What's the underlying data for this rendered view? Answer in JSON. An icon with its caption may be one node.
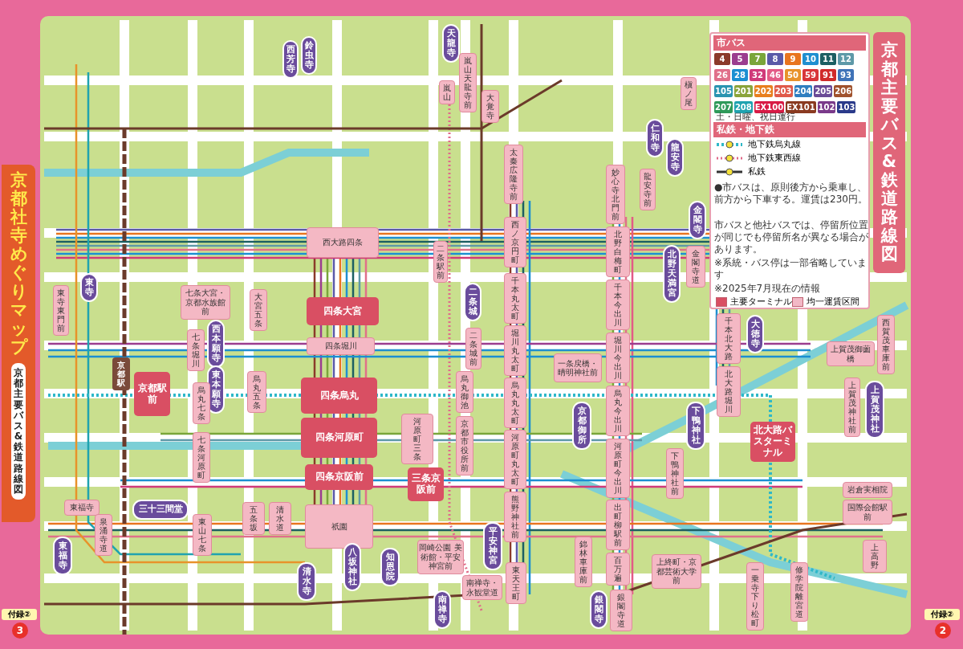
{
  "diagram": {
    "title": "京都主要バス&鉄道路線図",
    "nodes": [
      {
        "text": [
          "京都社寺めぐりマップ",
          "京都主要バス&鉄道路線図"
        ]
      },
      {
        "text": [
          "天龍寺"
        ]
      },
      {
        "text": [
          "鈴虫寺"
        ]
      },
      {
        "text": [
          "西芳寺"
        ]
      },
      {
        "text": [
          "嵐山天龍寺前"
        ]
      },
      {
        "text": [
          "嵐山"
        ]
      },
      {
        "text": [
          "大覚寺"
        ]
      },
      {
        "text": [
          "槇ノ尾"
        ]
      },
      {
        "text": [
          "仁和寺"
        ]
      },
      {
        "text": [
          "龍安寺"
        ]
      },
      {
        "text": [
          "龍安寺前"
        ]
      },
      {
        "text": [
          "妙心寺北門前"
        ]
      },
      {
        "text": [
          "太秦広隆寺前"
        ]
      },
      {
        "text": [
          "西ノ京円町"
        ]
      },
      {
        "text": [
          "北野白梅町"
        ]
      },
      {
        "text": [
          "金閣寺"
        ]
      },
      {
        "text": [
          "金閣寺道"
        ]
      },
      {
        "text": [
          "西大路四条"
        ]
      },
      {
        "text": [
          "北野天満宮"
        ]
      },
      {
        "text": [
          "二条駅前"
        ]
      },
      {
        "text": [
          "千本丸太町"
        ]
      },
      {
        "text": [
          "千本今出川"
        ]
      },
      {
        "text": [
          "千本北大路"
        ]
      },
      {
        "text": [
          "東寺"
        ]
      },
      {
        "text": [
          "東寺東門前"
        ]
      },
      {
        "text": [
          "二条城"
        ]
      },
      {
        "text": [
          "七条大宮・京都水族館前"
        ]
      },
      {
        "text": [
          "大宮五条"
        ]
      },
      {
        "text": [
          "四条大宮"
        ]
      },
      {
        "text": [
          "大徳寺"
        ]
      },
      {
        "text": [
          "西本願寺"
        ]
      },
      {
        "text": [
          "七条堀川"
        ]
      },
      {
        "text": [
          "堀川丸太町"
        ]
      },
      {
        "text": [
          "堀川今出川"
        ]
      },
      {
        "text": [
          "北大路堀川"
        ]
      },
      {
        "text": [
          "四条堀川"
        ]
      },
      {
        "text": [
          "一条戻橋・晴明神社前"
        ]
      },
      {
        "text": [
          "北大路バスターミナル"
        ]
      },
      {
        "text": [
          "東本願寺"
        ]
      },
      {
        "text": [
          "京都駅前"
        ]
      },
      {
        "text": [
          "京都駅"
        ]
      },
      {
        "text": [
          "烏丸七条"
        ]
      },
      {
        "text": [
          "烏丸五条"
        ]
      },
      {
        "text": [
          "四条烏丸"
        ]
      },
      {
        "text": [
          "烏丸御池"
        ]
      },
      {
        "text": [
          "二条城前"
        ]
      },
      {
        "text": [
          "烏丸丸太町"
        ]
      },
      {
        "text": [
          "烏丸今出川"
        ]
      },
      {
        "text": [
          "上賀茂御薗橋"
        ]
      },
      {
        "text": [
          "上賀茂神社"
        ]
      },
      {
        "text": [
          "上賀茂神社前"
        ]
      },
      {
        "text": [
          "西賀茂車庫前"
        ]
      },
      {
        "text": [
          "京都御所"
        ]
      },
      {
        "text": [
          "京都市役所前"
        ]
      },
      {
        "text": [
          "河原町三条"
        ]
      },
      {
        "text": [
          "四条河原町"
        ]
      },
      {
        "text": [
          "七条河原町"
        ]
      },
      {
        "text": [
          "河原町丸太町"
        ]
      },
      {
        "text": [
          "河原町今出川"
        ]
      },
      {
        "text": [
          "下鴨神社"
        ]
      },
      {
        "text": [
          "下鴨神社前"
        ]
      },
      {
        "text": [
          "出町柳駅前"
        ]
      },
      {
        "text": [
          "四条京阪前"
        ]
      },
      {
        "text": [
          "三条京阪前"
        ]
      },
      {
        "text": [
          "国際会館駅前"
        ]
      },
      {
        "text": [
          "岩倉実相院"
        ]
      },
      {
        "text": [
          "三十三間堂"
        ]
      },
      {
        "text": [
          "東福寺"
        ]
      },
      {
        "text": [
          "祇園"
        ]
      },
      {
        "text": [
          "五条坂"
        ]
      },
      {
        "text": [
          "清水道"
        ]
      },
      {
        "text": [
          "東山七条"
        ]
      },
      {
        "text": [
          "熊野神社前"
        ]
      },
      {
        "text": [
          "百万遍"
        ]
      },
      {
        "text": [
          "泉涌寺道"
        ]
      },
      {
        "text": [
          "東福寺"
        ]
      },
      {
        "text": [
          "平安神宮"
        ]
      },
      {
        "text": [
          "岡崎公園 美術館・平安神宮前"
        ]
      },
      {
        "text": [
          "知恩院"
        ]
      },
      {
        "text": [
          "八坂神社"
        ]
      },
      {
        "text": [
          "上高野"
        ]
      },
      {
        "text": [
          "錦林車庫前"
        ]
      },
      {
        "text": [
          "東天王町"
        ]
      },
      {
        "text": [
          "南禅寺・永観堂道"
        ]
      },
      {
        "text": [
          "上終町・京都芸術大学前"
        ]
      },
      {
        "text": [
          "一乗寺下り松町"
        ]
      },
      {
        "text": [
          "修学院離宮道"
        ]
      },
      {
        "text": [
          "清水寺"
        ]
      },
      {
        "text": [
          "銀閣寺道"
        ]
      },
      {
        "text": [
          "南禅寺"
        ]
      },
      {
        "text": [
          "銀閣寺"
        ]
      }
    ],
    "labels": [
      "市バス",
      "土・日曜、祝日運行",
      "私鉄・地下鉄",
      "●市バスは、原則後方から乗車し、前方から下車する。運賃は230円。",
      "市バスと他社バスでは、停留所位置が同じでも停留所名が異なる場合があります。",
      "※系統・バス停は一部省略しています",
      "※2025年7月現在の情報",
      "付録②",
      "3",
      "付録②",
      "2"
    ],
    "legend": [
      {
        "text": "4",
        "color": "#8b3a2a"
      },
      {
        "text": "5",
        "color": "#9b3d8f"
      },
      {
        "text": "7",
        "color": "#7aa63a"
      },
      {
        "text": "8",
        "color": "#5a5aa8"
      },
      {
        "text": "9",
        "color": "#e8751f"
      },
      {
        "text": "10",
        "color": "#1f8fd0"
      },
      {
        "text": "11",
        "color": "#1c5f63"
      },
      {
        "text": "12",
        "color": "#5e99a8"
      },
      {
        "text": "26",
        "color": "#e0708a"
      },
      {
        "text": "28",
        "color": "#1b8fd2"
      },
      {
        "text": "32",
        "color": "#d03a7a"
      },
      {
        "text": "46",
        "color": "#e35a86"
      },
      {
        "text": "50",
        "color": "#e8922a"
      },
      {
        "text": "59",
        "color": "#d8343a"
      },
      {
        "text": "91",
        "color": "#d02a2a"
      },
      {
        "text": "93",
        "color": "#3f73b8"
      },
      {
        "text": "105",
        "color": "#2a94b0"
      },
      {
        "text": "201",
        "color": "#8aa43a"
      },
      {
        "text": "202",
        "color": "#e87f1e"
      },
      {
        "text": "203",
        "color": "#e05a4a"
      },
      {
        "text": "204",
        "color": "#2f7ec0"
      },
      {
        "text": "205",
        "color": "#6a4a96"
      },
      {
        "text": "206",
        "color": "#a0522d"
      },
      {
        "text": "207",
        "color": "#2f9a5a"
      },
      {
        "text": "208",
        "color": "#1fa3b0"
      },
      {
        "text": "EX100",
        "color": "#d81b45"
      },
      {
        "text": "EX101",
        "color": "#8a3a20"
      },
      {
        "text": "102",
        "color": "#7a3a8a"
      },
      {
        "text": "103",
        "color": "#2a3a8a"
      },
      {
        "text": "地下鉄烏丸線"
      },
      {
        "text": "地下鉄東西線"
      },
      {
        "text": "私鉄"
      },
      {
        "text": "主要ターミナル",
        "color": "#d94f63"
      },
      {
        "text": "均一運賃区間",
        "color": "#f2b8c6"
      }
    ]
  }
}
